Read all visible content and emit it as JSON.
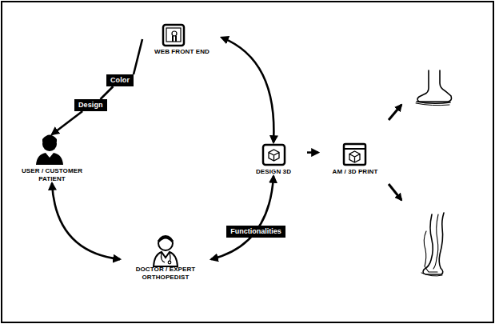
{
  "diagram": {
    "nodes": [
      {
        "text": [
          "WEB FRONT END"
        ]
      },
      {
        "text": [
          "Color"
        ]
      },
      {
        "text": [
          "Design"
        ]
      },
      {
        "text": [
          "USER / CUSTOMER PATIENT"
        ]
      },
      {
        "text": [
          "DESIGN 3D"
        ]
      },
      {
        "text": [
          "AM / 3D PRINT"
        ]
      },
      {
        "text": [
          "DOCTOR / EXPERT ORTHOPEDIST"
        ]
      }
    ],
    "edges": [
      {
        "from": 0,
        "to": 1,
        "arrow": "none"
      },
      {
        "from": 1,
        "to": 2,
        "arrow": "none"
      },
      {
        "from": 2,
        "to": 3,
        "arrow": "to"
      },
      {
        "from": 3,
        "to": 6,
        "arrow": "both"
      },
      {
        "from": 6,
        "to": 4,
        "label": "Functionalities",
        "arrow": "both"
      },
      {
        "from": 0,
        "to": 4,
        "arrow": "both"
      },
      {
        "from": 4,
        "to": 5,
        "arrow": "to"
      }
    ]
  }
}
